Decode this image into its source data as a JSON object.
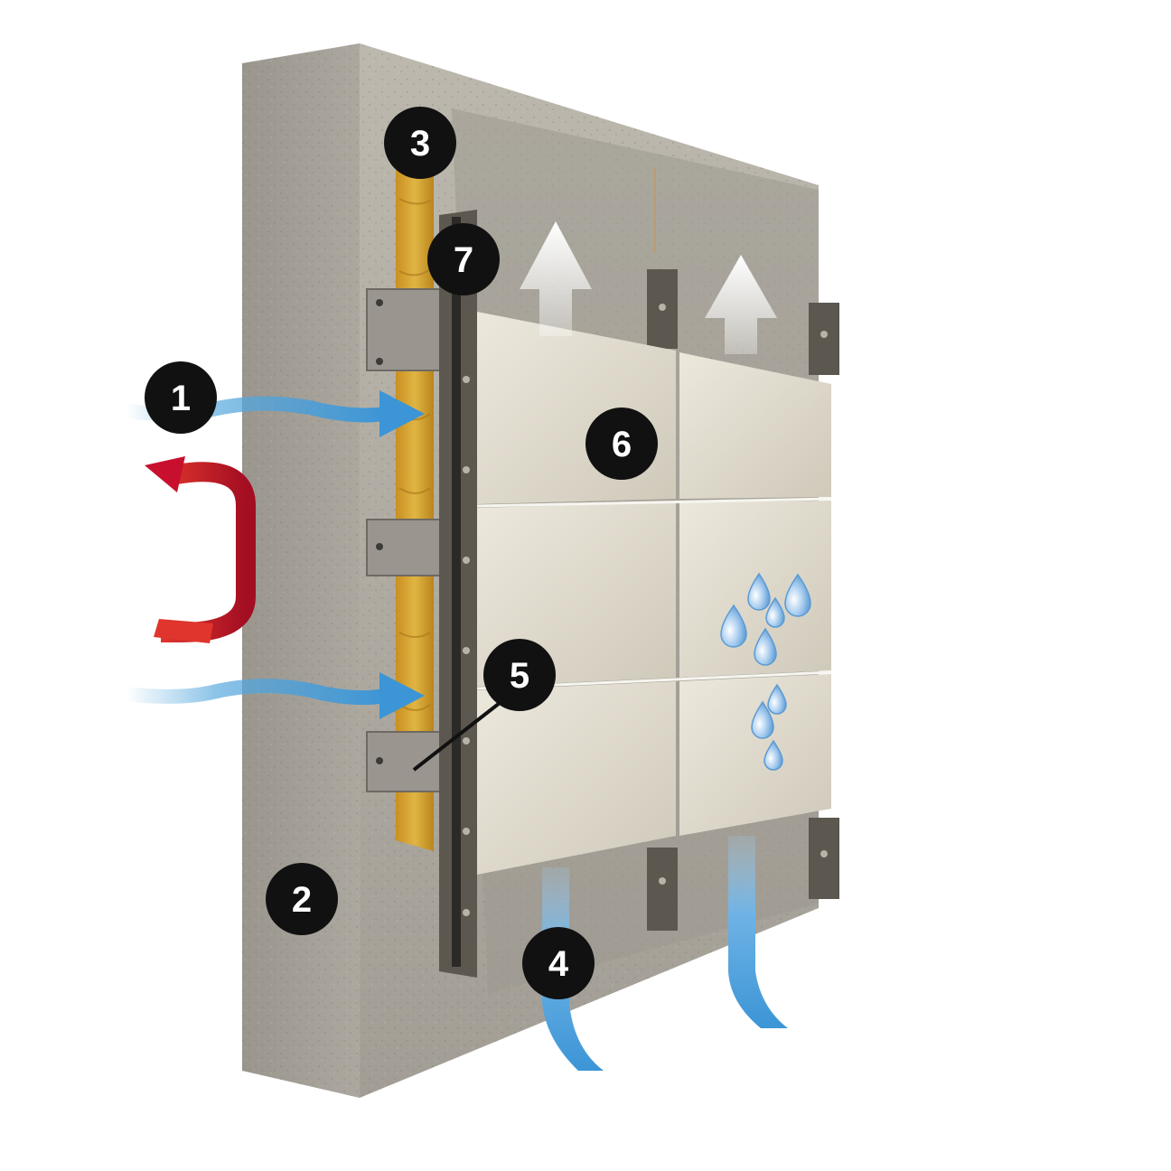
{
  "diagram": {
    "callouts": [
      {
        "id": "callout-1",
        "label": "1"
      },
      {
        "id": "callout-2",
        "label": "2"
      },
      {
        "id": "callout-3",
        "label": "3"
      },
      {
        "id": "callout-4",
        "label": "4"
      },
      {
        "id": "callout-5",
        "label": "5"
      },
      {
        "id": "callout-6",
        "label": "6"
      },
      {
        "id": "callout-7",
        "label": "7"
      }
    ],
    "colors": {
      "concrete": "#a7a49c",
      "concrete_top": "#bdb9b0",
      "concrete_dark": "#8f8b83",
      "insulation": "#d9a830",
      "rail": "#5c574f",
      "panel": "#e2ddd0",
      "air_arrow": "#5aa9de",
      "up_arrow": "#eef4fb",
      "heat_arrow": "#c8102e",
      "water_drop": "#7fb3e0",
      "badge": "#111111"
    }
  }
}
